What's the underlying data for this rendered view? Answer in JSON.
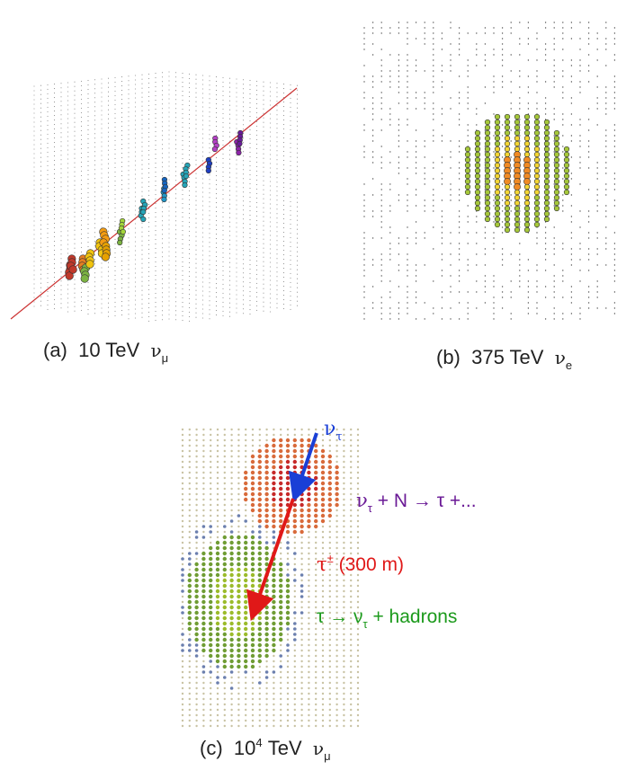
{
  "panels": [
    {
      "id": "a",
      "caption_letter": "(a)",
      "caption_energy": "10 TeV",
      "caption_particle": "ν",
      "caption_sub": "μ"
    },
    {
      "id": "b",
      "caption_letter": "(b)",
      "caption_energy": "375 TeV",
      "caption_particle": "ν",
      "caption_sub": "e"
    },
    {
      "id": "c",
      "caption_letter": "(c)",
      "caption_energy_base": "10",
      "caption_energy_exp": "4",
      "caption_energy_unit": "TeV",
      "caption_particle": "ν",
      "caption_sub": "μ"
    }
  ],
  "annotations": {
    "incoming_label": "ν",
    "incoming_sub": "τ",
    "interaction_a": "ν",
    "interaction_a_sub": "τ",
    "interaction_b": " + N → τ +...",
    "tau_label": "τ",
    "tau_sup": "±",
    "tau_track": " (300 m)",
    "decay_a": "τ → ν",
    "decay_sub": "τ",
    "decay_b": " + hadrons"
  },
  "colors": {
    "incoming_arrow": "#1a3fd6",
    "tau_arrow": "#e01818",
    "interaction_text": "#6a1a96",
    "decay_text": "#1c9a1c",
    "muon_track": "#cc3333"
  }
}
